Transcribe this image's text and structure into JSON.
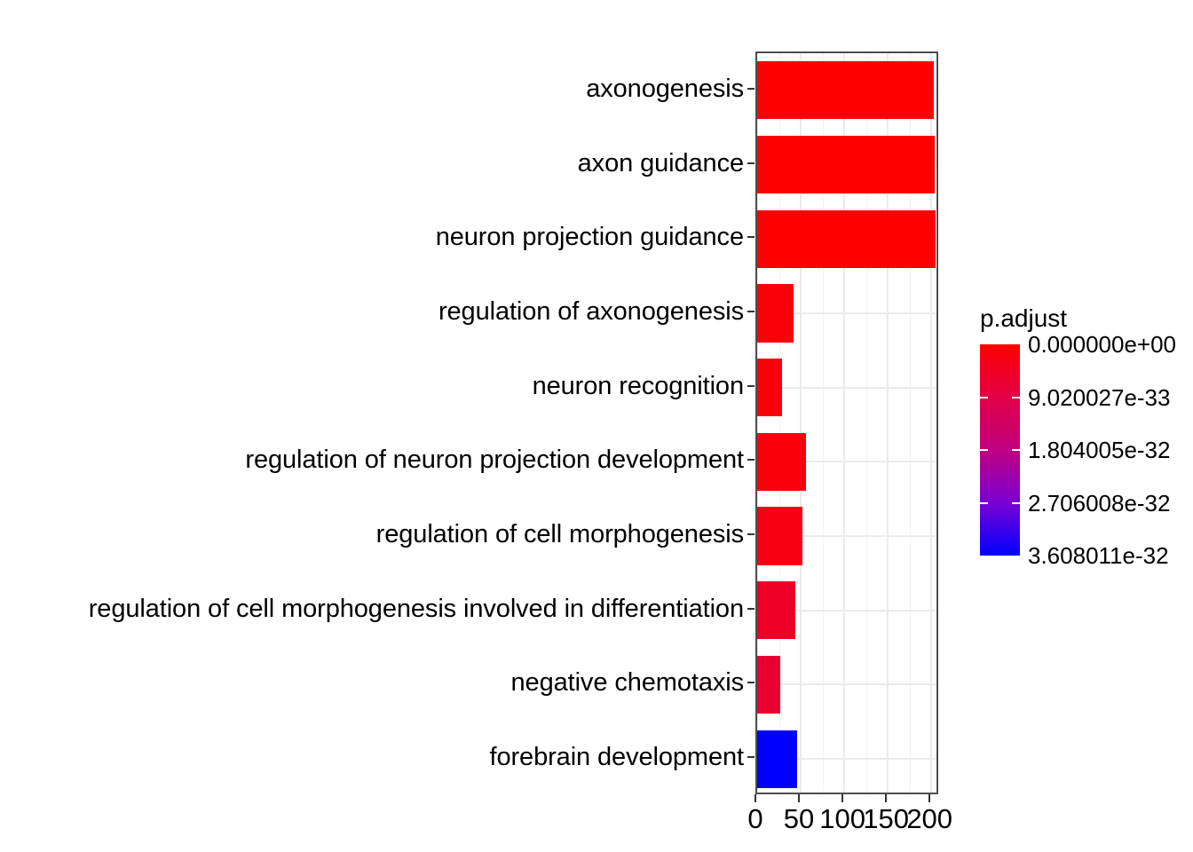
{
  "chart_data": {
    "type": "bar",
    "orientation": "horizontal",
    "title": "",
    "xlabel": "",
    "ylabel": "",
    "xlim": [
      0,
      210
    ],
    "xticks": [
      0,
      50,
      100,
      150,
      200
    ],
    "xtick_labels": [
      "0",
      "50",
      "100",
      "150",
      "200"
    ],
    "grid": true,
    "legend_position": "right",
    "categories": [
      "axonogenesis",
      "axon guidance",
      "neuron projection guidance",
      "regulation of axonogenesis",
      "neuron recognition",
      "regulation of neuron projection development",
      "regulation of cell morphogenesis",
      "regulation of cell morphogenesis involved in differentiation",
      "negative chemotaxis",
      "forebrain development"
    ],
    "values": [
      203,
      204,
      205,
      42,
      29,
      56,
      52,
      44,
      26,
      46
    ],
    "colors": [
      "#ff0000",
      "#ff0000",
      "#ff0000",
      "#fb0009",
      "#fb0009",
      "#fa000b",
      "#f70012",
      "#ee0026",
      "#ea002e",
      "#0000ff"
    ],
    "color_values": [
      0.0,
      0.0,
      0.0,
      1.2e-34,
      1.5e-34,
      2e-34,
      5e-34,
      2.1e-33,
      2.6e-33,
      3.608011e-32
    ]
  },
  "legend": {
    "title": "p.adjust",
    "gradient_top_color": "#ff0000",
    "gradient_bottom_color": "#0000ff",
    "keys": [
      {
        "label": "0.000000e+00",
        "position_pct": 0
      },
      {
        "label": "9.020027e-33",
        "position_pct": 25
      },
      {
        "label": "1.804005e-32",
        "position_pct": 50
      },
      {
        "label": "2.706008e-32",
        "position_pct": 75
      },
      {
        "label": "3.608011e-32",
        "position_pct": 100
      }
    ]
  },
  "panel": {
    "background": "#ffffff",
    "border_color": "#4d4d4d",
    "gridline_color": "#ebebeb"
  }
}
